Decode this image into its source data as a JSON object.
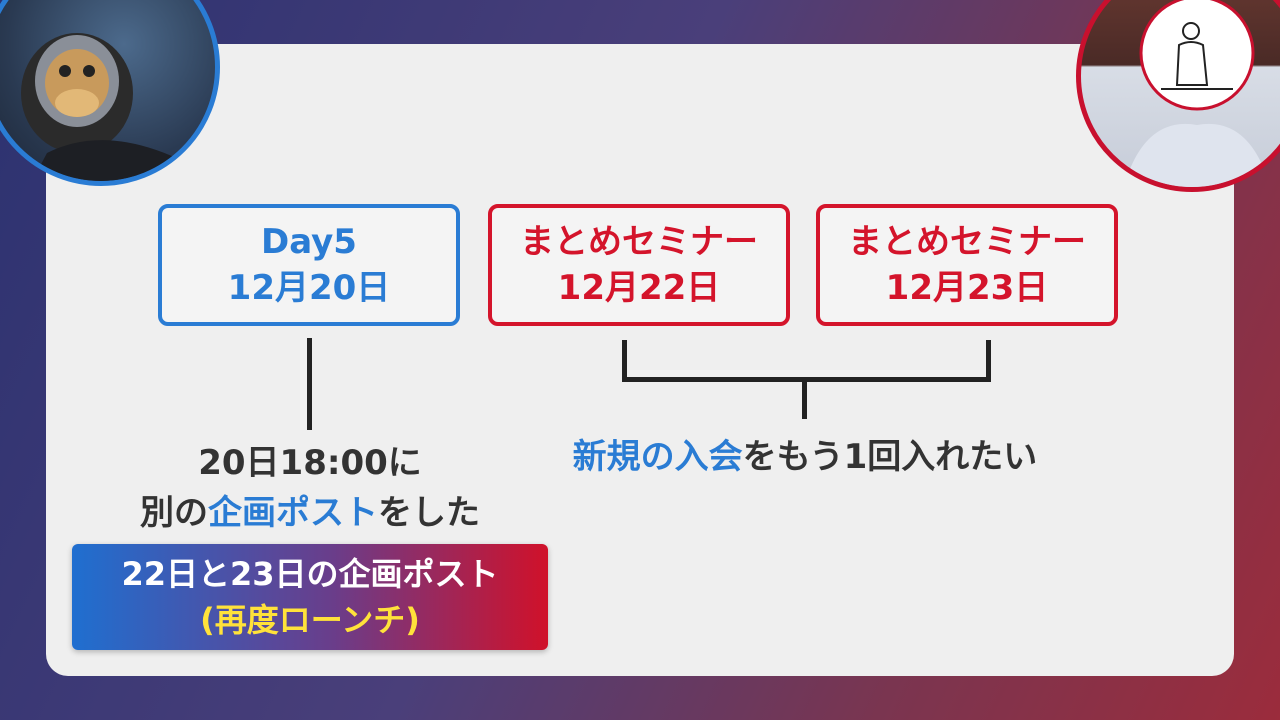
{
  "boxes": [
    {
      "line1": "Day5",
      "line2": "12月20日",
      "color": "#2a7cd4"
    },
    {
      "line1": "まとめセミナー",
      "line2": "12月22日",
      "color": "#d4142b"
    },
    {
      "line1": "まとめセミナー",
      "line2": "12月23日",
      "color": "#d4142b"
    }
  ],
  "left_caption": {
    "line1": "20日18:00に",
    "line2_prefix": "別の",
    "line2_highlight": "企画ポスト",
    "line2_suffix": "をした"
  },
  "right_caption": {
    "highlight": "新規の入会",
    "suffix": "をもう1回入れたい"
  },
  "relaunch_box": {
    "line1": "22日と23日の企画ポスト",
    "line2": "(再度ローンチ)"
  },
  "colors": {
    "accent_blue": "#2a7cd4",
    "accent_red": "#d4142b",
    "highlight_yellow": "#ffe23a"
  },
  "icons": {
    "left_avatar": "monkey-mask-presenter-icon",
    "right_avatar": "sketch-person-icon"
  }
}
